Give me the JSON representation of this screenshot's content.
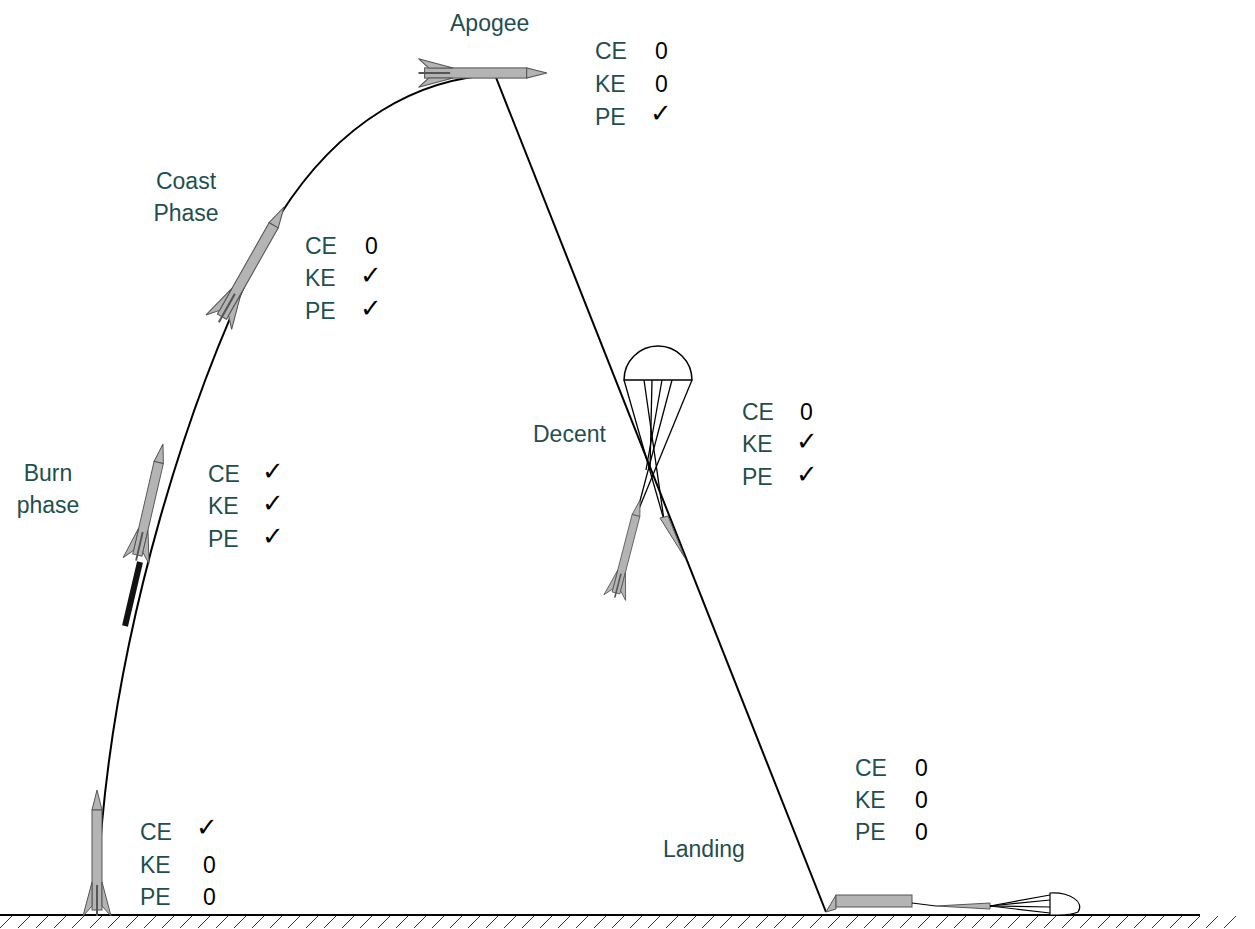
{
  "diagram": {
    "labels": [
      "Apogee",
      "CE",
      "0",
      "KE",
      "0",
      "PE",
      "✓",
      "Coast Phase",
      "CE",
      "0",
      "KE",
      "✓",
      "PE",
      "✓",
      "Burn phase",
      "CE",
      "✓",
      "KE",
      "✓",
      "PE",
      "✓",
      "Decent",
      "CE",
      "0",
      "KE",
      "✓",
      "PE",
      "✓",
      "CE",
      "✓",
      "KE",
      "0",
      "PE",
      "0",
      "Landing",
      "CE",
      "0",
      "KE",
      "0",
      "PE",
      "0"
    ]
  }
}
